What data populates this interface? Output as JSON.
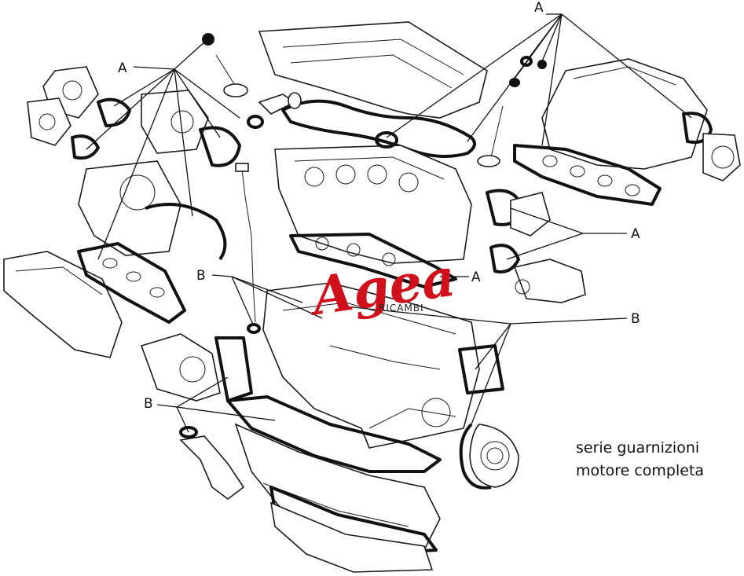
{
  "callouts": {
    "a": "A",
    "b": "B"
  },
  "logo": {
    "brand": "Agea",
    "sub": "RICAMBI",
    "color": "#d0101a"
  },
  "caption": {
    "line1": "serie guarnizioni",
    "line2": "motore completa"
  }
}
